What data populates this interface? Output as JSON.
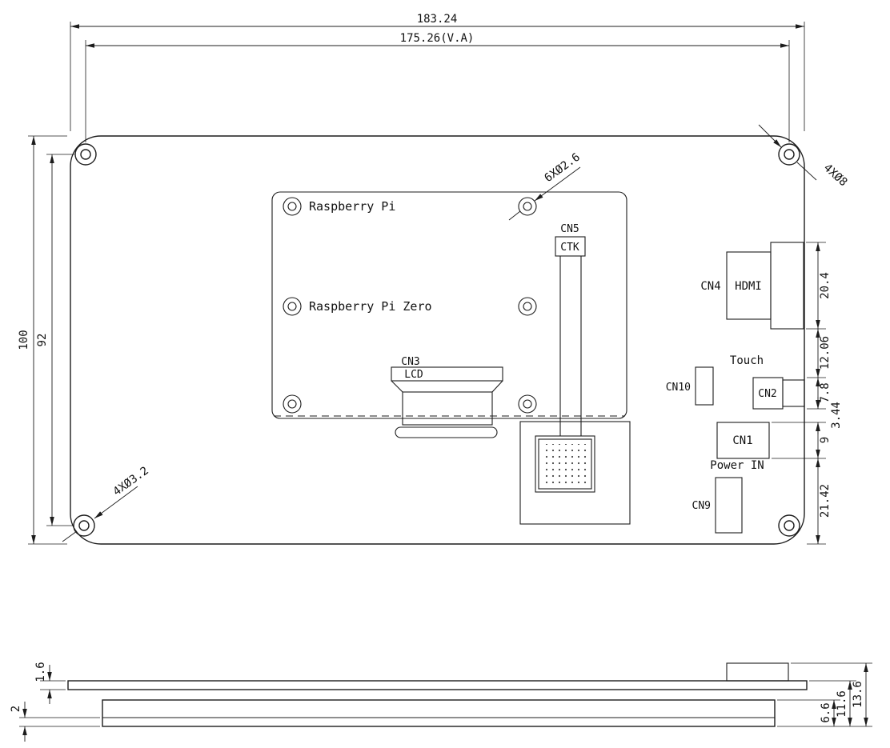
{
  "drawing": {
    "dims": {
      "overall_width": "183.24",
      "va_width": "175.26(V.A)",
      "overall_height": "100",
      "hole_span": "92",
      "pi_holes": "6XØ2.6",
      "corner_holes": "4XØ3.2",
      "outer_holes": "4XØ8",
      "right": [
        "20.4",
        "12.06",
        "7.8",
        "3.44",
        "9",
        "21.42"
      ],
      "side_left": [
        "1.6",
        "2"
      ],
      "side_right": [
        "6.6",
        "11.6",
        "13.6"
      ]
    },
    "labels": {
      "raspberry_pi": "Raspberry Pi",
      "raspberry_pi_zero": "Raspberry Pi Zero",
      "cn5": "CN5",
      "ctk": "CTK",
      "cn3": "CN3",
      "lcd": "LCD",
      "cn4": "CN4",
      "hdmi": "HDMI",
      "touch": "Touch",
      "cn2": "CN2",
      "cn10": "CN10",
      "cn1": "CN1",
      "power_in": "Power IN",
      "cn9": "CN9"
    }
  }
}
